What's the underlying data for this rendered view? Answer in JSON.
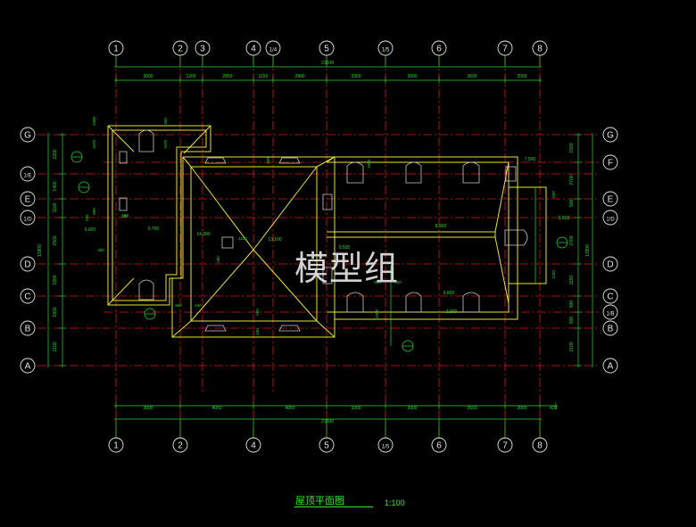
{
  "drawing": {
    "title": "屋顶平面图",
    "scale": "1:100",
    "watermark": "模型组"
  },
  "grids": {
    "vertical_top": [
      "1",
      "2",
      "3",
      "4",
      "1/4",
      "5",
      "1/5",
      "6",
      "7",
      "8"
    ],
    "vertical_bottom": [
      "1",
      "2",
      "4",
      "5",
      "1/5",
      "6",
      "7",
      "8"
    ],
    "horizontal_left": [
      "G",
      "1/E",
      "E",
      "1/D",
      "D",
      "C",
      "B",
      "A"
    ],
    "horizontal_right": [
      "G",
      "F",
      "E",
      "1/D",
      "D",
      "C",
      "1/B",
      "B",
      "A"
    ]
  },
  "dimensions": {
    "top_overall": "23600",
    "top_segments": [
      "3600",
      "1200",
      "2850",
      "1150",
      "2900",
      "3300",
      "3000",
      "3600",
      "2000"
    ],
    "bottom_overall": "23600",
    "bottom_segments": [
      "3600",
      "4050",
      "4050",
      "3300",
      "3000",
      "3600",
      "2000",
      "420"
    ],
    "left_overall": "12900",
    "left_segments": [
      "2200",
      "1400",
      "1100",
      "2500",
      "1800",
      "1800",
      "2100"
    ],
    "right_overall": "12900",
    "right_segments": [
      "1500",
      "2700",
      "500",
      "2700",
      "1150",
      "900",
      "900",
      "2100"
    ]
  },
  "annotations": {
    "elevations": [
      "9.700",
      "6.000",
      "14.300",
      "13.100",
      "9.500",
      "8.300",
      "6.600",
      "3.900",
      "7.500",
      "3.600"
    ],
    "local_dims": [
      "450",
      "1000",
      "1070",
      "1070",
      "600",
      "600",
      "200",
      "525",
      "450",
      "660",
      "440",
      "1100",
      "280",
      "660",
      "440",
      "1000",
      "900",
      "400",
      "650",
      "1150",
      "1000",
      "600"
    ]
  }
}
